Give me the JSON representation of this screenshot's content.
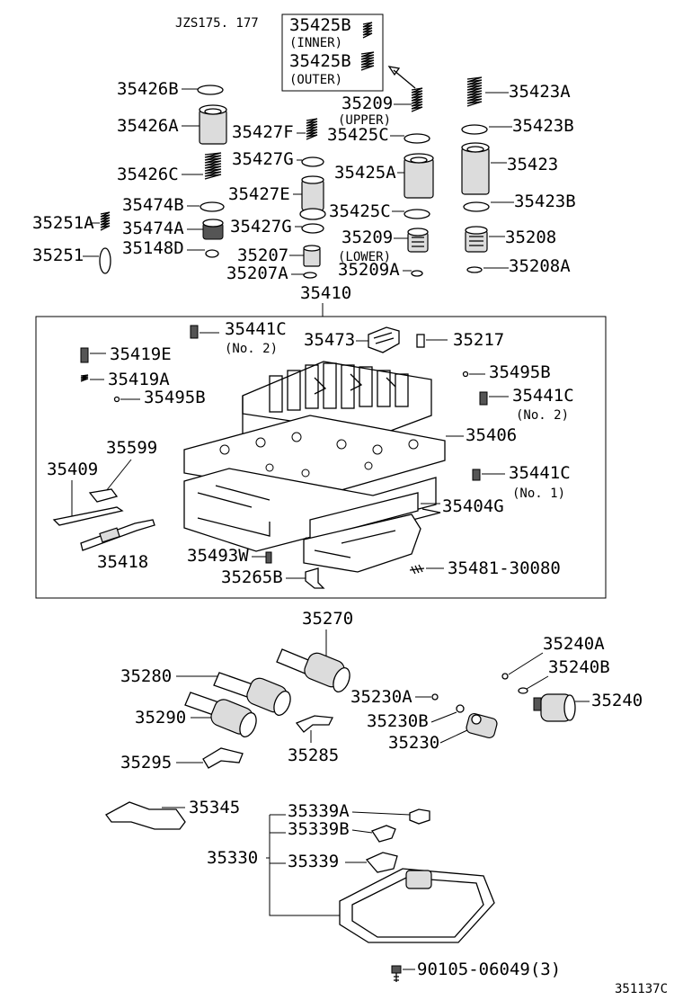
{
  "header": {
    "model_codes": "JZS175. 177",
    "inner_part": "35425B",
    "inner_note": "(INNER)",
    "outer_part": "35425B",
    "outer_note": "(OUTER)"
  },
  "callouts": {
    "p35426B": "35426B",
    "p35426A": "35426A",
    "p35426C": "35426C",
    "p35474B": "35474B",
    "p35474A": "35474A",
    "p35148D": "35148D",
    "p35251A": "35251A",
    "p35251": "35251",
    "p35427F": "35427F",
    "p35427G_1": "35427G",
    "p35427E": "35427E",
    "p35427G_2": "35427G",
    "p35207": "35207",
    "p35207A": "35207A",
    "p35209_upper": "35209",
    "upper_note": "(UPPER)",
    "p35425C_1": "35425C",
    "p35425A": "35425A",
    "p35425C_2": "35425C",
    "p35209_lower": "35209",
    "lower_note": "(LOWER)",
    "p35209A": "35209A",
    "p35423A": "35423A",
    "p35423B_1": "35423B",
    "p35423": "35423",
    "p35423B_2": "35423B",
    "p35208": "35208",
    "p35208A": "35208A",
    "p35410": "35410",
    "p35441C_1": "35441C",
    "no2_a": "(No. 2)",
    "p35473": "35473",
    "p35217": "35217",
    "p35419E": "35419E",
    "p35419A": "35419A",
    "p35495B_1": "35495B",
    "p35495B_2": "35495B",
    "p35441C_2": "35441C",
    "no2_b": "(No. 2)",
    "p35406": "35406",
    "p35599": "35599",
    "p35409": "35409",
    "p35441C_3": "35441C",
    "no1": "(No. 1)",
    "p35404G": "35404G",
    "p35418": "35418",
    "p35493W": "35493W",
    "p35265B": "35265B",
    "p35481": "35481-30080",
    "p35270": "35270",
    "p35280": "35280",
    "p35290": "35290",
    "p35240A": "35240A",
    "p35240B": "35240B",
    "p35240": "35240",
    "p35230A": "35230A",
    "p35230B": "35230B",
    "p35230": "35230",
    "p35285": "35285",
    "p35295": "35295",
    "p35345": "35345",
    "p35339A": "35339A",
    "p35339B": "35339B",
    "p35330": "35330",
    "p35339": "35339",
    "p90105": "90105-06049(3)"
  },
  "footer": {
    "figure_code": "351137C"
  }
}
